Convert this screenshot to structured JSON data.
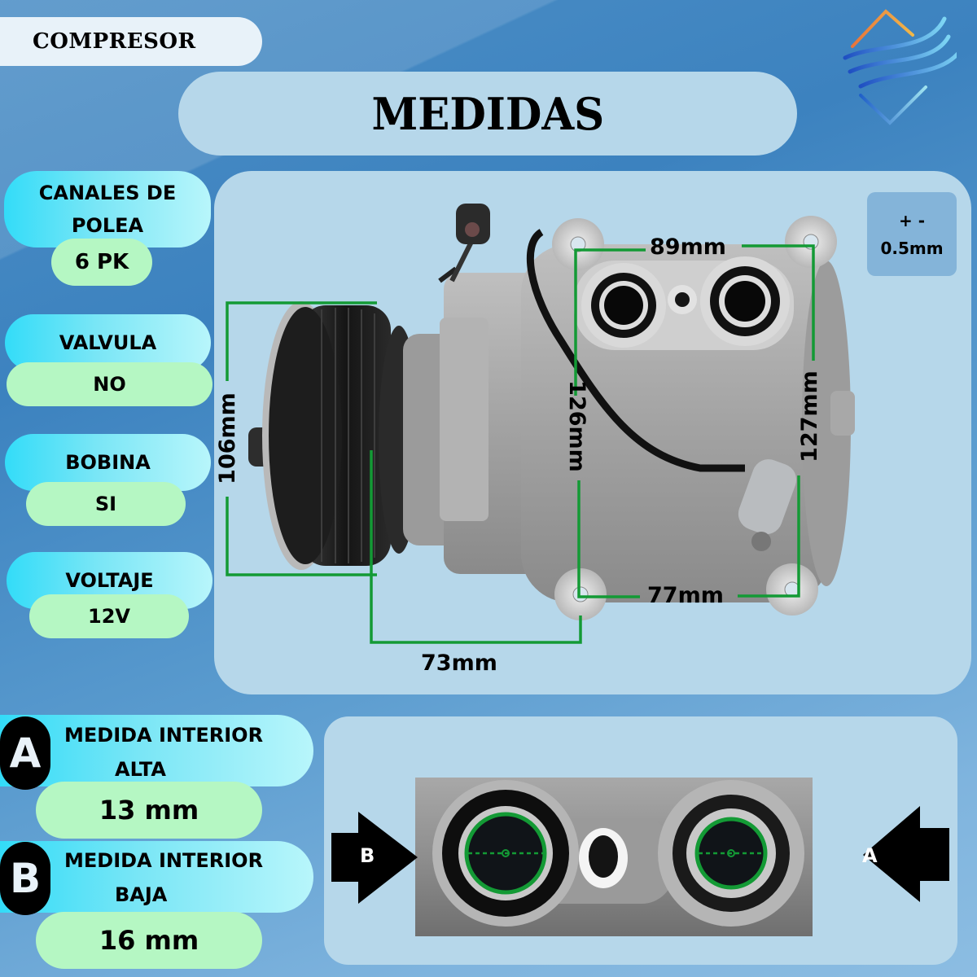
{
  "header": {
    "category": "COMPRESOR",
    "title": "MEDIDAS"
  },
  "logo": {
    "icon": "house-wind-logo-icon"
  },
  "specs": [
    {
      "label_lines": [
        "CANALES DE",
        "POLEA"
      ],
      "value": "6 PK"
    },
    {
      "label_lines": [
        "VALVULA"
      ],
      "value": "NO"
    },
    {
      "label_lines": [
        "BOBINA"
      ],
      "value": "SI"
    },
    {
      "label_lines": [
        "VOLTAJE"
      ],
      "value": "12V"
    }
  ],
  "tolerance": {
    "line1": "+ -",
    "line2": "0.5mm"
  },
  "dimensions": {
    "pulley_height": "106mm",
    "top_width": "89mm",
    "left_height": "126mm",
    "right_height": "127mm",
    "bottom_width": "77mm",
    "depth": "73mm"
  },
  "ports": {
    "a": {
      "badge": "A",
      "label_lines": [
        "MEDIDA INTERIOR",
        "ALTA"
      ],
      "value": "13 mm",
      "arrow_label": "A"
    },
    "b": {
      "badge": "B",
      "label_lines": [
        "MEDIDA INTERIOR",
        "BAJA"
      ],
      "value": "16 mm",
      "arrow_label": "B"
    }
  },
  "colors": {
    "dimension_line": "#139a35",
    "card_bg": "#b6d7ea",
    "value_pill": "#b5f7c3",
    "label_pill_start": "#33dcf8",
    "label_pill_end": "#b8f6fb"
  }
}
